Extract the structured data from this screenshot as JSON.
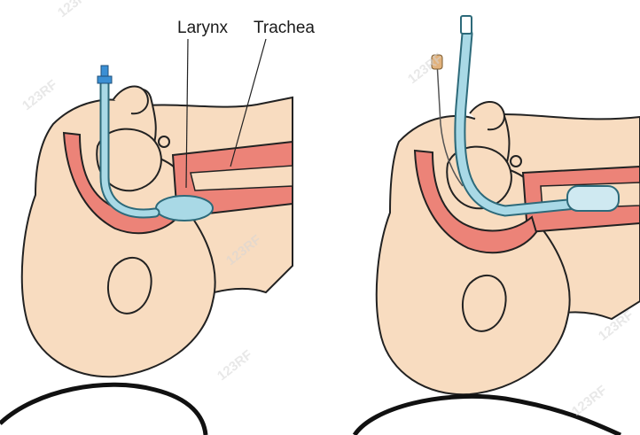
{
  "labels": {
    "larynx": "Larynx",
    "trachea": "Trachea"
  },
  "watermark": {
    "text": "123RF"
  },
  "colors": {
    "skin": "#f8dcc0",
    "airway": "#ec8378",
    "tube": "#a9d9e6",
    "tube_outline": "#2d6a7a",
    "connector_blue": "#3a8fd4",
    "connector_tan": "#e2b27c",
    "outline": "#222222"
  }
}
